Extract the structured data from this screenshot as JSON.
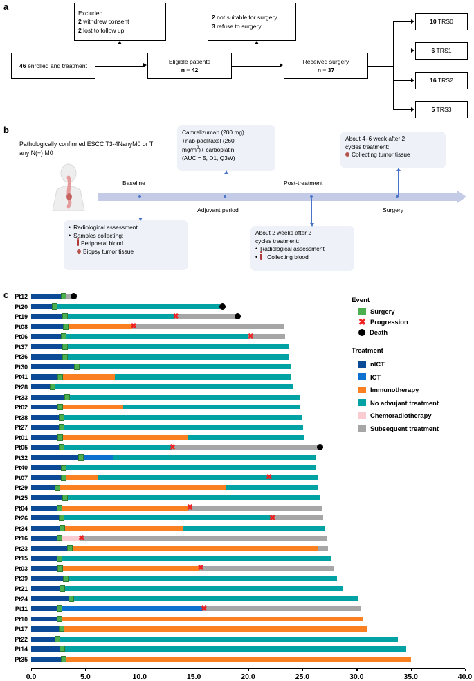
{
  "panels": {
    "a_letter": "a",
    "b_letter": "b",
    "c_letter": "c"
  },
  "flowchart": {
    "enrolled": {
      "n": "46",
      "text": "enrolled and treatment"
    },
    "excluded": {
      "title": "Excluded",
      "l1_n": "2",
      "l1": "withdrew consent",
      "l2_n": "2",
      "l2": "lost to follow up"
    },
    "eligible": {
      "title": "Eligible patients",
      "n": "n = 42"
    },
    "notsuitable": {
      "l1_n": "2",
      "l1": "not suitable for surgery",
      "l2_n": "3",
      "l2": "refuse to surgery"
    },
    "surgery": {
      "title": "Received surgery",
      "n": "n = 37"
    },
    "trs": [
      {
        "n": "10",
        "label": "TRS0"
      },
      {
        "n": "6",
        "label": "TRS1"
      },
      {
        "n": "16",
        "label": "TRS2"
      },
      {
        "n": "5",
        "label": "TRS3"
      }
    ]
  },
  "timeline": {
    "patient_criteria": "Pathologically confirmed ESCC T3-4NanyM0 or T any N(+) M0",
    "regimen": "Camrelizumab (200 mg) +nab-paclitaxel (260 mg/m2)+ carboplatin (AUC = 5, D1, Q3W)",
    "regimen_l1": "Camrelizumab (200 mg)",
    "regimen_l2": "+nab-paclitaxel (260",
    "regimen_l3": "mg/m2)+ carboplatin",
    "regimen_l4": "(AUC = 5, D1, Q3W)",
    "surgery_box_l1": "About 4–6 week after 2",
    "surgery_box_l2": "cycles treatment:",
    "surgery_box_item": "Collecting tumor tissue",
    "baseline_box_item1": "Radiological assessment",
    "baseline_box_item2": "Samples collecting:",
    "baseline_box_sub1": "Peripheral blood",
    "baseline_box_sub2": "Biopsy tumor tissue",
    "post_box_l1": "About 2 weeks after 2",
    "post_box_l2": "cycles treatment:",
    "post_box_item1": "Radiological assessment",
    "post_box_item2": "Collecting blood",
    "labels_above": [
      {
        "text": "Baseline",
        "x": 176
      },
      {
        "text": "Post-treatment",
        "x": 422
      }
    ],
    "labels_below": [
      {
        "text": "Adjuvant period",
        "x": 285
      },
      {
        "text": "Surgery",
        "x": 557
      }
    ]
  },
  "legend": {
    "event_title": "Event",
    "events": [
      {
        "label": "Surgery",
        "marker": "square",
        "color": "#4caf50"
      },
      {
        "label": "Progression",
        "marker": "x",
        "color": "#ee2222"
      },
      {
        "label": "Death",
        "marker": "circle",
        "color": "#000000"
      }
    ],
    "treatment_title": "Treatment",
    "treatments": [
      {
        "label": "nICT",
        "color": "#0b4a97"
      },
      {
        "label": "ICT",
        "color": "#0d72cf"
      },
      {
        "label": "Immunotherapy",
        "color": "#fb8022"
      },
      {
        "label": "No advujant treatment",
        "color": "#00a2a4"
      },
      {
        "label": "Chemoradiotherapy",
        "color": "#fbcbd2"
      },
      {
        "label": "Subsequent treatment",
        "color": "#a6a6a6"
      }
    ]
  },
  "chart_data": {
    "type": "bar",
    "subtype": "swimmer-plot",
    "title": "",
    "xlabel": "",
    "ylabel": "",
    "xlim": [
      0,
      40
    ],
    "xticks": [
      0.0,
      5.0,
      10.0,
      15.0,
      20.0,
      25.0,
      30.0,
      35.0,
      40.0
    ],
    "xtick_labels": [
      "0.0",
      "5.0",
      "10.0",
      "15.0",
      "20.0",
      "25.0",
      "30.0",
      "35.0",
      "40.0"
    ],
    "grid": false,
    "legend_position": "right",
    "colors": {
      "nICT": "#0b4a97",
      "ICT": "#0d72cf",
      "Immunotherapy": "#fb8022",
      "No advujant treatment": "#00a2a4",
      "Chemoradiotherapy": "#fbcbd2",
      "Subsequent treatment": "#a6a6a6",
      "surgery": "#4caf50",
      "progression": "#ee2222",
      "death": "#000000"
    },
    "categories": [
      "Pt12",
      "Pt20",
      "Pt19",
      "Pt08",
      "Pt06",
      "Pt37",
      "Pt36",
      "Pt30",
      "Pt41",
      "Pt28",
      "Pt33",
      "Pt02",
      "Pt38",
      "Pt27",
      "Pt01",
      "Pt05",
      "Pt32",
      "Pt40",
      "Pt07",
      "Pt29",
      "Pt25",
      "Pt04",
      "Pt26",
      "Pt34",
      "Pt16",
      "Pt23",
      "Pt15",
      "Pt03",
      "Pt39",
      "Pt21",
      "Pt24",
      "Pt11",
      "Pt10",
      "Pt17",
      "Pt22",
      "Pt14",
      "Pt35"
    ],
    "patients": [
      {
        "id": "Pt12",
        "segments": [
          {
            "t": "nICT",
            "start": 0,
            "end": 3.0
          },
          {
            "t": "Subsequent treatment",
            "start": 3.0,
            "end": 4.2
          }
        ],
        "surgery": 3.0,
        "progression": null,
        "death": 3.9
      },
      {
        "id": "Pt20",
        "segments": [
          {
            "t": "nICT",
            "start": 0,
            "end": 2.2
          },
          {
            "t": "No advujant treatment",
            "start": 2.2,
            "end": 17.4
          }
        ],
        "surgery": 2.2,
        "progression": null,
        "death": 17.6
      },
      {
        "id": "Pt19",
        "segments": [
          {
            "t": "nICT",
            "start": 0,
            "end": 3.1
          },
          {
            "t": "No advujant treatment",
            "start": 3.1,
            "end": 13.2
          },
          {
            "t": "Subsequent treatment",
            "start": 13.2,
            "end": 18.8
          }
        ],
        "surgery": 3.1,
        "progression": 13.3,
        "death": 19.0
      },
      {
        "id": "Pt08",
        "segments": [
          {
            "t": "nICT",
            "start": 0,
            "end": 3.2
          },
          {
            "t": "Immunotherapy",
            "start": 3.2,
            "end": 9.3
          },
          {
            "t": "Subsequent treatment",
            "start": 9.3,
            "end": 23.3
          }
        ],
        "surgery": 3.2,
        "progression": 9.4,
        "death": null
      },
      {
        "id": "Pt06",
        "segments": [
          {
            "t": "nICT",
            "start": 0,
            "end": 3.0
          },
          {
            "t": "No advujant treatment",
            "start": 3.0,
            "end": 20.0
          },
          {
            "t": "Subsequent treatment",
            "start": 20.0,
            "end": 23.4
          }
        ],
        "surgery": 3.0,
        "progression": 20.2,
        "death": null
      },
      {
        "id": "Pt37",
        "segments": [
          {
            "t": "nICT",
            "start": 0,
            "end": 3.1
          },
          {
            "t": "No advujant treatment",
            "start": 3.1,
            "end": 23.8
          }
        ],
        "surgery": 3.1,
        "progression": null,
        "death": null
      },
      {
        "id": "Pt36",
        "segments": [
          {
            "t": "nICT",
            "start": 0,
            "end": 3.1
          },
          {
            "t": "No advujant treatment",
            "start": 3.1,
            "end": 23.8
          }
        ],
        "surgery": 3.1,
        "progression": null,
        "death": null
      },
      {
        "id": "Pt30",
        "segments": [
          {
            "t": "nICT",
            "start": 0,
            "end": 4.2
          },
          {
            "t": "No advujant treatment",
            "start": 4.2,
            "end": 24.0
          }
        ],
        "surgery": 4.2,
        "progression": null,
        "death": null
      },
      {
        "id": "Pt41",
        "segments": [
          {
            "t": "nICT",
            "start": 0,
            "end": 2.7
          },
          {
            "t": "Immunotherapy",
            "start": 2.7,
            "end": 7.7
          },
          {
            "t": "No advujant treatment",
            "start": 7.7,
            "end": 24.0
          }
        ],
        "surgery": 2.7,
        "progression": null,
        "death": null
      },
      {
        "id": "Pt28",
        "segments": [
          {
            "t": "nICT",
            "start": 0,
            "end": 2.0
          },
          {
            "t": "No advujant treatment",
            "start": 2.0,
            "end": 24.1
          }
        ],
        "surgery": 2.0,
        "progression": null,
        "death": null
      },
      {
        "id": "Pt33",
        "segments": [
          {
            "t": "nICT",
            "start": 0,
            "end": 3.3
          },
          {
            "t": "No advujant treatment",
            "start": 3.3,
            "end": 24.8
          }
        ],
        "surgery": 3.3,
        "progression": null,
        "death": null
      },
      {
        "id": "Pt02",
        "segments": [
          {
            "t": "nICT",
            "start": 0,
            "end": 2.7
          },
          {
            "t": "Immunotherapy",
            "start": 2.7,
            "end": 8.5
          },
          {
            "t": "No advujant treatment",
            "start": 8.5,
            "end": 24.8
          }
        ],
        "surgery": 2.7,
        "progression": null,
        "death": null
      },
      {
        "id": "Pt38",
        "segments": [
          {
            "t": "nICT",
            "start": 0,
            "end": 2.8
          },
          {
            "t": "No advujant treatment",
            "start": 2.8,
            "end": 25.0
          }
        ],
        "surgery": 2.8,
        "progression": null,
        "death": null
      },
      {
        "id": "Pt27",
        "segments": [
          {
            "t": "nICT",
            "start": 0,
            "end": 2.8
          },
          {
            "t": "No advujant treatment",
            "start": 2.8,
            "end": 25.1
          }
        ],
        "surgery": 2.8,
        "progression": null,
        "death": null
      },
      {
        "id": "Pt01",
        "segments": [
          {
            "t": "nICT",
            "start": 0,
            "end": 2.7
          },
          {
            "t": "Immunotherapy",
            "start": 2.7,
            "end": 14.4
          },
          {
            "t": "No advujant treatment",
            "start": 14.4,
            "end": 25.2
          }
        ],
        "surgery": 2.7,
        "progression": null,
        "death": null
      },
      {
        "id": "Pt05",
        "segments": [
          {
            "t": "nICT",
            "start": 0,
            "end": 2.8
          },
          {
            "t": "No advujant treatment",
            "start": 2.8,
            "end": 12.9
          },
          {
            "t": "Subsequent treatment",
            "start": 12.9,
            "end": 26.4
          }
        ],
        "surgery": 2.8,
        "progression": 13.0,
        "death": 26.6
      },
      {
        "id": "Pt32",
        "segments": [
          {
            "t": "nICT",
            "start": 0,
            "end": 4.6
          },
          {
            "t": "ICT",
            "start": 4.6,
            "end": 7.6
          },
          {
            "t": "No advujant treatment",
            "start": 7.6,
            "end": 26.2
          }
        ],
        "surgery": 4.6,
        "progression": null,
        "death": null
      },
      {
        "id": "Pt40",
        "segments": [
          {
            "t": "nICT",
            "start": 0,
            "end": 3.0
          },
          {
            "t": "No advujant treatment",
            "start": 3.0,
            "end": 26.3
          }
        ],
        "surgery": 3.0,
        "progression": null,
        "death": null
      },
      {
        "id": "Pt07",
        "segments": [
          {
            "t": "nICT",
            "start": 0,
            "end": 3.0
          },
          {
            "t": "Immunotherapy",
            "start": 3.0,
            "end": 6.2
          },
          {
            "t": "No advujant treatment",
            "start": 6.2,
            "end": 26.4
          }
        ],
        "surgery": 3.0,
        "progression": 21.9,
        "death": null
      },
      {
        "id": "Pt29",
        "segments": [
          {
            "t": "nICT",
            "start": 0,
            "end": 2.4
          },
          {
            "t": "Immunotherapy",
            "start": 2.4,
            "end": 18.0
          },
          {
            "t": "No advujant treatment",
            "start": 18.0,
            "end": 26.5
          }
        ],
        "surgery": 2.4,
        "progression": null,
        "death": null
      },
      {
        "id": "Pt25",
        "segments": [
          {
            "t": "nICT",
            "start": 0,
            "end": 3.1
          },
          {
            "t": "No advujant treatment",
            "start": 3.1,
            "end": 26.6
          }
        ],
        "surgery": 3.1,
        "progression": null,
        "death": null
      },
      {
        "id": "Pt04",
        "segments": [
          {
            "t": "nICT",
            "start": 0,
            "end": 2.6
          },
          {
            "t": "Immunotherapy",
            "start": 2.6,
            "end": 14.5
          },
          {
            "t": "Subsequent treatment",
            "start": 14.5,
            "end": 26.8
          }
        ],
        "surgery": 2.6,
        "progression": 14.6,
        "death": null
      },
      {
        "id": "Pt26",
        "segments": [
          {
            "t": "nICT",
            "start": 0,
            "end": 2.8
          },
          {
            "t": "No advujant treatment",
            "start": 2.8,
            "end": 22.1
          },
          {
            "t": "Subsequent treatment",
            "start": 22.1,
            "end": 26.9
          }
        ],
        "surgery": 2.8,
        "progression": 22.2,
        "death": null
      },
      {
        "id": "Pt34",
        "segments": [
          {
            "t": "nICT",
            "start": 0,
            "end": 2.9
          },
          {
            "t": "Immunotherapy",
            "start": 2.9,
            "end": 14.0
          },
          {
            "t": "No advujant treatment",
            "start": 14.0,
            "end": 27.1
          }
        ],
        "surgery": 2.9,
        "progression": null,
        "death": null
      },
      {
        "id": "Pt16",
        "segments": [
          {
            "t": "nICT",
            "start": 0,
            "end": 2.6
          },
          {
            "t": "Chemoradiotherapy",
            "start": 2.6,
            "end": 4.5
          },
          {
            "t": "Subsequent treatment",
            "start": 4.5,
            "end": 27.3
          }
        ],
        "surgery": 2.6,
        "progression": 4.6,
        "death": null
      },
      {
        "id": "Pt23",
        "segments": [
          {
            "t": "nICT",
            "start": 0,
            "end": 3.6
          },
          {
            "t": "Immunotherapy",
            "start": 3.6,
            "end": 26.5
          },
          {
            "t": "Subsequent treatment",
            "start": 26.5,
            "end": 27.4
          }
        ],
        "surgery": 3.6,
        "progression": null,
        "death": null
      },
      {
        "id": "Pt15",
        "segments": [
          {
            "t": "nICT",
            "start": 0,
            "end": 2.6
          },
          {
            "t": "No advujant treatment",
            "start": 2.6,
            "end": 27.7
          }
        ],
        "surgery": 2.6,
        "progression": null,
        "death": null
      },
      {
        "id": "Pt03",
        "segments": [
          {
            "t": "nICT",
            "start": 0,
            "end": 2.7
          },
          {
            "t": "Immunotherapy",
            "start": 2.7,
            "end": 15.5
          },
          {
            "t": "Subsequent treatment",
            "start": 15.5,
            "end": 27.9
          }
        ],
        "surgery": 2.7,
        "progression": 15.6,
        "death": null
      },
      {
        "id": "Pt39",
        "segments": [
          {
            "t": "nICT",
            "start": 0,
            "end": 3.2
          },
          {
            "t": "No advujant treatment",
            "start": 3.2,
            "end": 28.2
          }
        ],
        "surgery": 3.2,
        "progression": null,
        "death": null
      },
      {
        "id": "Pt21",
        "segments": [
          {
            "t": "nICT",
            "start": 0,
            "end": 2.9
          },
          {
            "t": "No advujant treatment",
            "start": 2.9,
            "end": 28.7
          }
        ],
        "surgery": 2.9,
        "progression": null,
        "death": null
      },
      {
        "id": "Pt24",
        "segments": [
          {
            "t": "nICT",
            "start": 0,
            "end": 3.7
          },
          {
            "t": "No advujant treatment",
            "start": 3.7,
            "end": 30.1
          }
        ],
        "surgery": 3.7,
        "progression": null,
        "death": null
      },
      {
        "id": "Pt11",
        "segments": [
          {
            "t": "nICT",
            "start": 0,
            "end": 2.6
          },
          {
            "t": "ICT",
            "start": 2.6,
            "end": 15.8
          },
          {
            "t": "Subsequent treatment",
            "start": 15.8,
            "end": 30.4
          }
        ],
        "surgery": 2.6,
        "progression": 15.9,
        "death": null
      },
      {
        "id": "Pt10",
        "segments": [
          {
            "t": "nICT",
            "start": 0,
            "end": 2.6
          },
          {
            "t": "Immunotherapy",
            "start": 2.6,
            "end": 30.6
          }
        ],
        "surgery": 2.6,
        "progression": null,
        "death": null
      },
      {
        "id": "Pt17",
        "segments": [
          {
            "t": "nICT",
            "start": 0,
            "end": 2.8
          },
          {
            "t": "Immunotherapy",
            "start": 2.8,
            "end": 31.0
          }
        ],
        "surgery": 2.8,
        "progression": null,
        "death": null
      },
      {
        "id": "Pt22",
        "segments": [
          {
            "t": "nICT",
            "start": 0,
            "end": 2.4
          },
          {
            "t": "No advujant treatment",
            "start": 2.4,
            "end": 33.8
          }
        ],
        "surgery": 2.4,
        "progression": null,
        "death": null
      },
      {
        "id": "Pt14",
        "segments": [
          {
            "t": "nICT",
            "start": 0,
            "end": 2.9
          },
          {
            "t": "No advujant treatment",
            "start": 2.9,
            "end": 34.6
          }
        ],
        "surgery": 2.9,
        "progression": null,
        "death": null
      },
      {
        "id": "Pt35",
        "segments": [
          {
            "t": "nICT",
            "start": 0,
            "end": 3.0
          },
          {
            "t": "Immunotherapy",
            "start": 3.0,
            "end": 35.0
          }
        ],
        "surgery": 3.0,
        "progression": null,
        "death": null
      }
    ]
  }
}
